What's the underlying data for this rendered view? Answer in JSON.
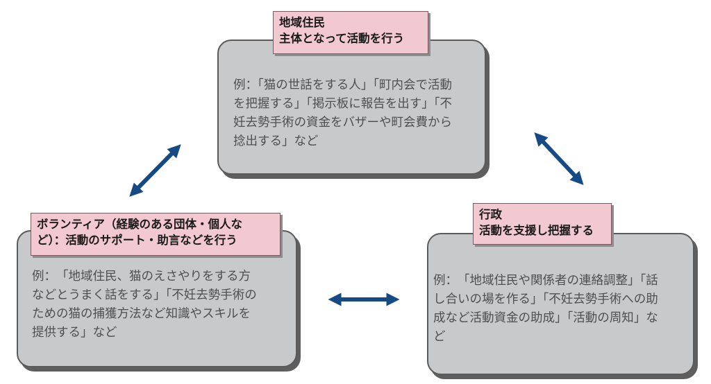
{
  "resident": {
    "label_line1": "地域住民",
    "label_line2": "主体となって活動を行う",
    "text_lines": [
      "例：「猫の世話をする人」「町内会で活動",
      "を把握する」「掲示板に報告を出す」「不",
      "妊去勢手術の資金をバザーや町会費から",
      "捻出する」など"
    ]
  },
  "volunteer": {
    "label_line1": "ボランティア（経験のある団体・個人な",
    "label_line2": "ど）：活動のサポート・助言などを行う",
    "text_lines": [
      "例：　「地域住民、猫のえさやりをする方",
      "などとうまく話をする」「不妊去勢手術の",
      "ための猫の捕獲方法など知識やスキルを",
      "提供する」など"
    ]
  },
  "government": {
    "label_line1": "行政",
    "label_line2": "活動を支援し把握する",
    "text_lines": [
      "例：　「地域住民や関係者の連絡調整」「話",
      "し合いの場を作る」「不妊去勢手術への助",
      "成など活動資金の助成」「活動の周知」な",
      "ど"
    ]
  },
  "colors": {
    "arrow": "#164a84",
    "box_fill": "#c8c9ca",
    "label_fill": "#f2c9d0"
  }
}
